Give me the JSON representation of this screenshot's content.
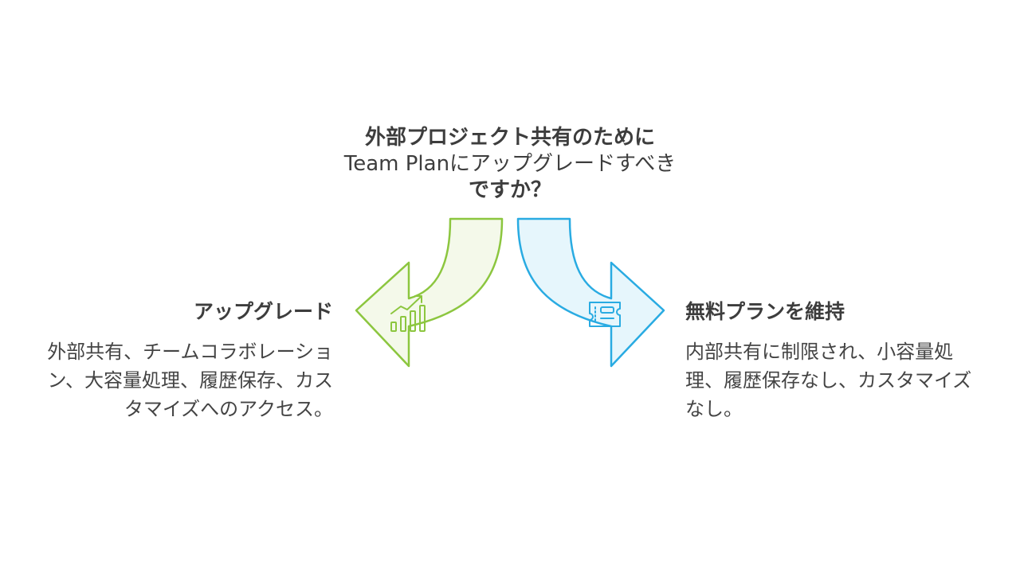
{
  "question": {
    "line1": "外部プロジェクト共有のために",
    "line2": "Team Planにアップグレードすべき",
    "line3": "ですか？"
  },
  "options": {
    "left": {
      "title": "アップグレード",
      "description": "外部共有、チームコラボレーション、大容量処理、履歴保存、カスタマイズへのアクセス。",
      "icon": "growth-chart-icon",
      "color": "#8cc63f",
      "fill": "#f4f9ea"
    },
    "right": {
      "title": "無料プランを維持",
      "description": "内部共有に制限され、小容量処理、履歴保存なし、カスタマイズなし。",
      "icon": "ticket-icon",
      "color": "#29abe2",
      "fill": "#e6f6fc"
    }
  }
}
